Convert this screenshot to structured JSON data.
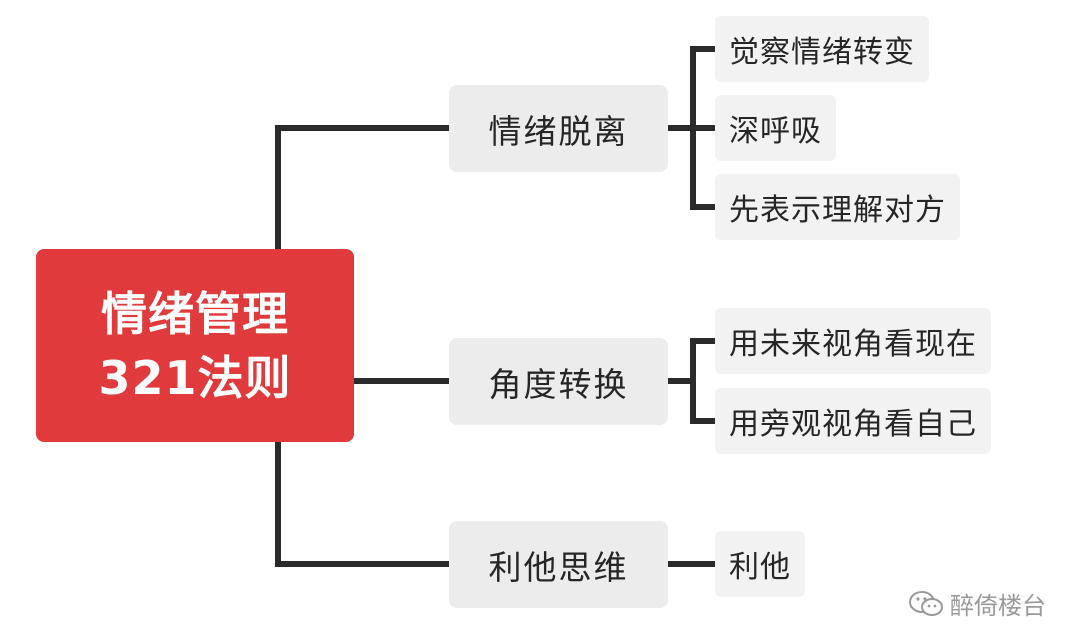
{
  "root": {
    "line1": "情绪管理",
    "line2": "321法则",
    "color": "#e03a3c"
  },
  "branches": [
    {
      "label": "情绪脱离",
      "leaves": [
        "觉察情绪转变",
        "深呼吸",
        "先表示理解对方"
      ]
    },
    {
      "label": "角度转换",
      "leaves": [
        "用未来视角看现在",
        "用旁观视角看自己"
      ]
    },
    {
      "label": "利他思维",
      "leaves": [
        "利他"
      ]
    }
  ],
  "watermark": {
    "icon": "wechat-icon",
    "text": "醉倚楼台"
  }
}
